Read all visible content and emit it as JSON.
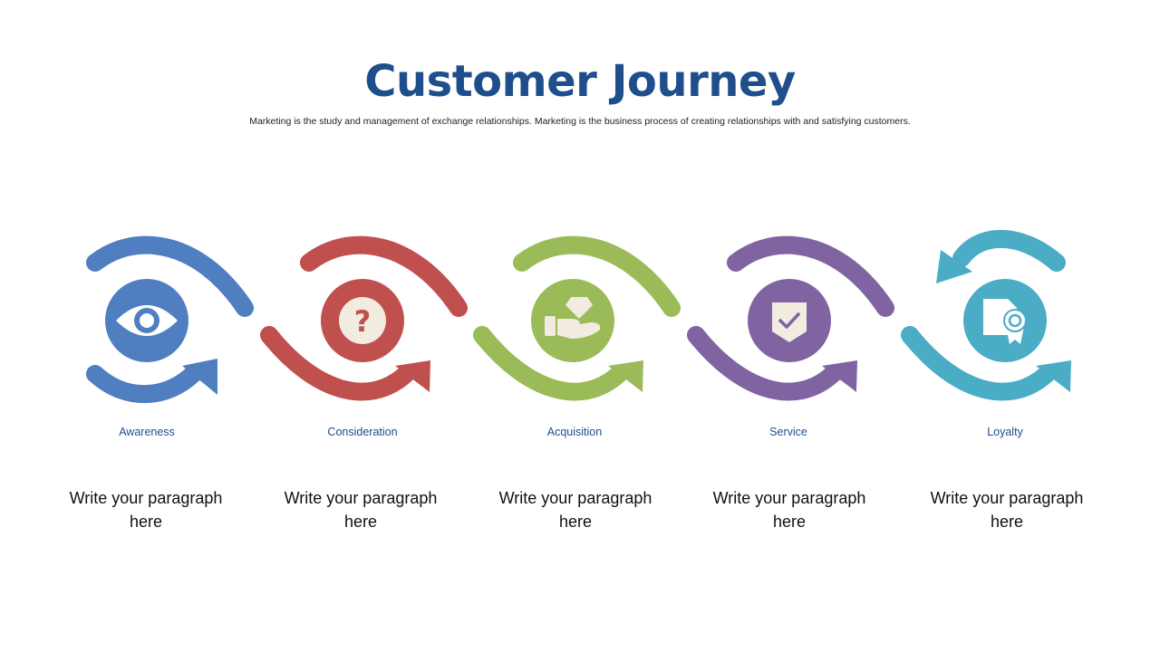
{
  "title": "Customer Journey",
  "subtitle": "Marketing is the study and management of exchange relationships. Marketing is the business process of creating relationships with and satisfying customers.",
  "stages": [
    {
      "label": "Awareness",
      "text": "Write your paragraph here",
      "color": "#4f7fc0",
      "icon": "eye-icon"
    },
    {
      "label": "Consideration",
      "text": "Write your paragraph here",
      "color": "#c0504d",
      "icon": "question-icon"
    },
    {
      "label": "Acquisition",
      "text": "Write your paragraph here",
      "color": "#9bbb59",
      "icon": "diamond-hand-icon"
    },
    {
      "label": "Service",
      "text": "Write your paragraph here",
      "color": "#8064a2",
      "icon": "shield-check-icon"
    },
    {
      "label": "Loyalty",
      "text": "Write your paragraph here",
      "color": "#4bacc6",
      "icon": "certificate-icon"
    }
  ]
}
